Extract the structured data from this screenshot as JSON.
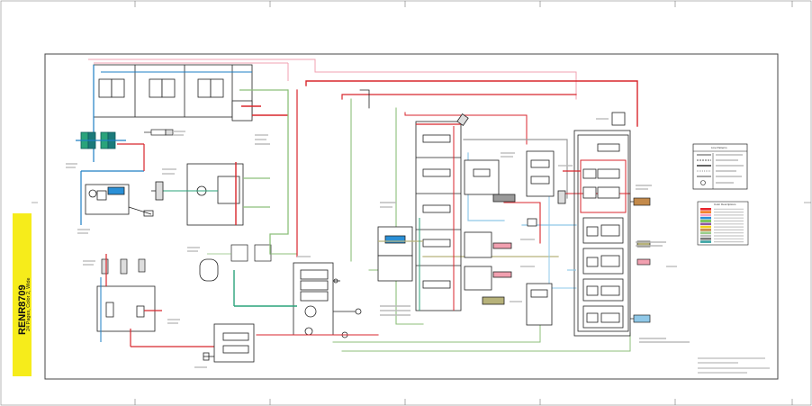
{
  "sidebar": {
    "doc_number": "RENR8709",
    "doc_subtitle": "24 Pages, Color 2, Wide"
  },
  "legend": {
    "title": "Line Patterns",
    "rows": [
      "",
      "",
      "",
      "",
      "",
      "",
      "",
      ""
    ]
  },
  "color_legend": {
    "title": "Color Descriptions",
    "swatches": [
      "#e8262e",
      "#f47b20",
      "#f9a0c0",
      "#2a8fd6",
      "#6bc04b",
      "#8e5aa3",
      "#f2d21b",
      "#c48a4a",
      "#9acd8a",
      "#bdbdbd",
      "#7a7a7a",
      "#3aa3a3"
    ]
  },
  "colors": {
    "sidebar_bg": "#f6ec1b",
    "red": "#d8262c",
    "pink": "#f2a0b0",
    "green": "#8cbf7a",
    "teal": "#2aa37a",
    "blue": "#1d7fc4",
    "lightblue": "#8fc8e8",
    "olive": "#b7b27a",
    "gray": "#9a9a9a"
  }
}
